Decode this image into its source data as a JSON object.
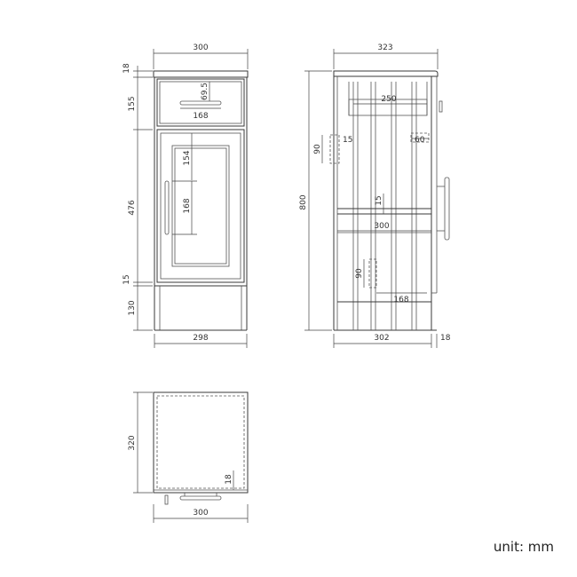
{
  "unit_label": "unit: mm",
  "front": {
    "width_top": "300",
    "width_bottom": "298",
    "top_thickness": "18",
    "drawer_height": "155",
    "door_height": "476",
    "door_gap": "15",
    "plinth_height": "130",
    "drawer_handle_offset": "69.5",
    "drawer_handle_length": "168",
    "panel_top_offset": "154",
    "door_handle_length": "168"
  },
  "side": {
    "depth_top": "323",
    "overall_height": "800",
    "inner_drawer_depth": "250",
    "shelf_thickness": "15",
    "bracket_height_upper": "90",
    "bracket_gap_upper": "15",
    "hinge_size": "60",
    "shelf_depth": "300",
    "mid_thickness": "15",
    "bracket_height_lower": "90",
    "lower_handle_length": "168",
    "depth_bottom": "302",
    "door_thickness": "18"
  },
  "plan": {
    "depth": "320",
    "width": "300",
    "door_thickness": "18"
  }
}
